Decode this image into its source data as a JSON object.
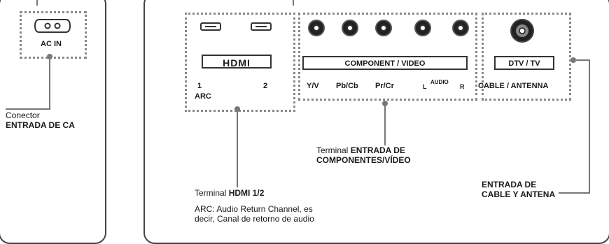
{
  "ac": {
    "label": "AC IN",
    "caption_line1": "Conector",
    "caption_line2": "ENTRADA DE CA"
  },
  "hdmi": {
    "logo": "HDMI",
    "port1": "1",
    "port1_sub": "ARC",
    "port2": "2",
    "caption_prefix": "Terminal ",
    "caption_bold": "HDMI 1/2",
    "note_line1": "ARC: Audio Return Channel, es",
    "note_line2": "decir, Canal de retorno de audio"
  },
  "component": {
    "bar_label": "COMPONENT / VIDEO",
    "labels": [
      "Y/V",
      "Pb/Cb",
      "Pr/Cr"
    ],
    "audio_l": "L",
    "audio_text": "AUDIO",
    "audio_r": "R",
    "caption_prefix": "Terminal ",
    "caption_bold1": "ENTRADA DE",
    "caption_bold2": "COMPONENTES/VÍDEO"
  },
  "dtv": {
    "bar_label": "DTV / TV",
    "sub_label": "CABLE / ANTENNA",
    "caption_line1": "ENTRADA DE",
    "caption_line2": "CABLE Y ANTENA"
  }
}
